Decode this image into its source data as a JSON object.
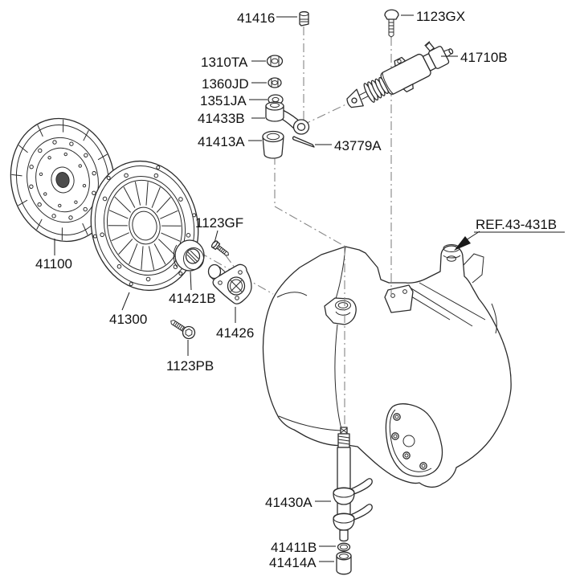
{
  "diagram": {
    "kind": "exploded-parts-diagram",
    "subject": "clutch and release fork assembly"
  },
  "colors": {
    "outline": "#2b2b2b",
    "centerline": "#858585",
    "label_text": "#111111",
    "background": "#ffffff"
  },
  "labels": {
    "p41416": "41416",
    "p1123gx": "1123GX",
    "p41710b": "41710B",
    "p1310ta": "1310TA",
    "p1360jd": "1360JD",
    "p1351ja": "1351JA",
    "p41433b": "41433B",
    "p41413a": "41413A",
    "p43779a": "43779A",
    "p41100": "41100",
    "p1123gf": "1123GF",
    "p41421b": "41421B",
    "p41300": "41300",
    "p41426": "41426",
    "p1123pb": "1123PB",
    "ref": "REF.43-431B",
    "p41430a": "41430A",
    "p41411b": "41411B",
    "p41414a": "41414A"
  }
}
